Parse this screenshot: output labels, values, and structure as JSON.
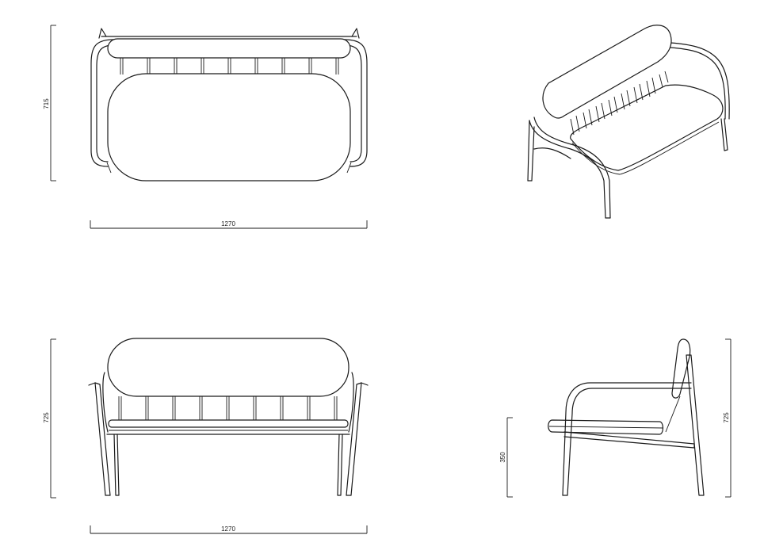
{
  "dimensions": {
    "top_view": {
      "width": "1270",
      "depth": "715"
    },
    "front_view": {
      "width": "1270",
      "height": "725"
    },
    "side_view": {
      "seat_height": "350",
      "height": "725"
    }
  }
}
